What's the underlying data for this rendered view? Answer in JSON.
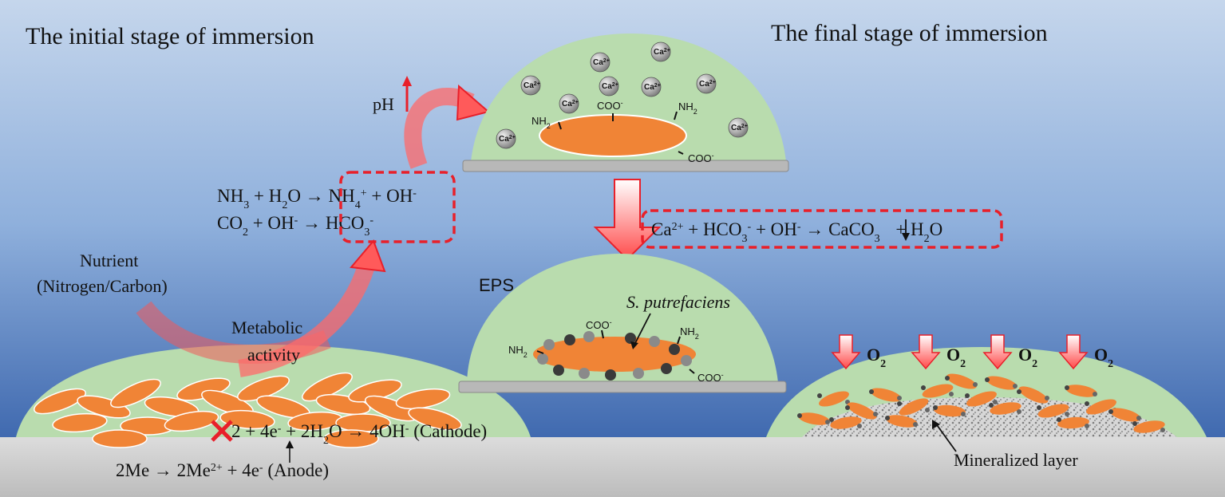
{
  "titles": {
    "initial": "The initial stage of immersion",
    "final": "The final stage of immersion"
  },
  "labels": {
    "ph": "pH",
    "nutrient_line1": "Nutrient",
    "nutrient_line2": "(Nitrogen/Carbon)",
    "metabolic_line1": "Metabolic",
    "metabolic_line2": "activity",
    "eps": "EPS",
    "species": "S. putrefaciens",
    "mineralized": "Mineralized layer",
    "nh2": "NH",
    "nh2_sub": "2",
    "coo": "COO",
    "coo_sup": "-",
    "ca": "Ca",
    "ca_sup": "2+",
    "o2": "O",
    "o2_sub": "2"
  },
  "equations": {
    "eq1": {
      "a": "NH",
      "a_sub": "3",
      "b": " + H",
      "b_sub": "2",
      "c": "O ",
      "arrow": "→",
      "d": " NH",
      "d_sub": "4",
      "d_sup": "+",
      "e": " + OH",
      "e_sup": "-"
    },
    "eq2": {
      "a": "CO",
      "a_sub": "2",
      "b": " + OH",
      "b_sup": "-",
      "arrow": " → ",
      "c": "HCO",
      "c_sub": "3",
      "c_sup": "-"
    },
    "eq3": {
      "a": "Ca",
      "a_sup": "2+",
      "b": " + HCO",
      "b_sub": "3",
      "b_sup": "-",
      "c": " + OH",
      "c_sup": "-",
      "d": " → CaCO",
      "d_sub": "3",
      "e": " + H",
      "e_sub": "2",
      "f": "O"
    },
    "cathode": {
      "a": "2",
      "b": " + 4e",
      "b_sup": "-",
      "c": " + 2H",
      "c_sub": "2",
      "d": "O  →  4OH",
      "d_sup": "-",
      "e": " (Cathode)"
    },
    "anode": {
      "a": "2Me → 2Me",
      "a_sup": "2+",
      "b": " + 4e",
      "b_sup": "-",
      "c": "  (Anode)"
    }
  },
  "colors": {
    "bacteria": "#f08436",
    "eps": "#b9dcae",
    "arrow_red": "#ff5a5a",
    "dashed_box": "#e8202a",
    "substrate": "#c8c8c8"
  }
}
